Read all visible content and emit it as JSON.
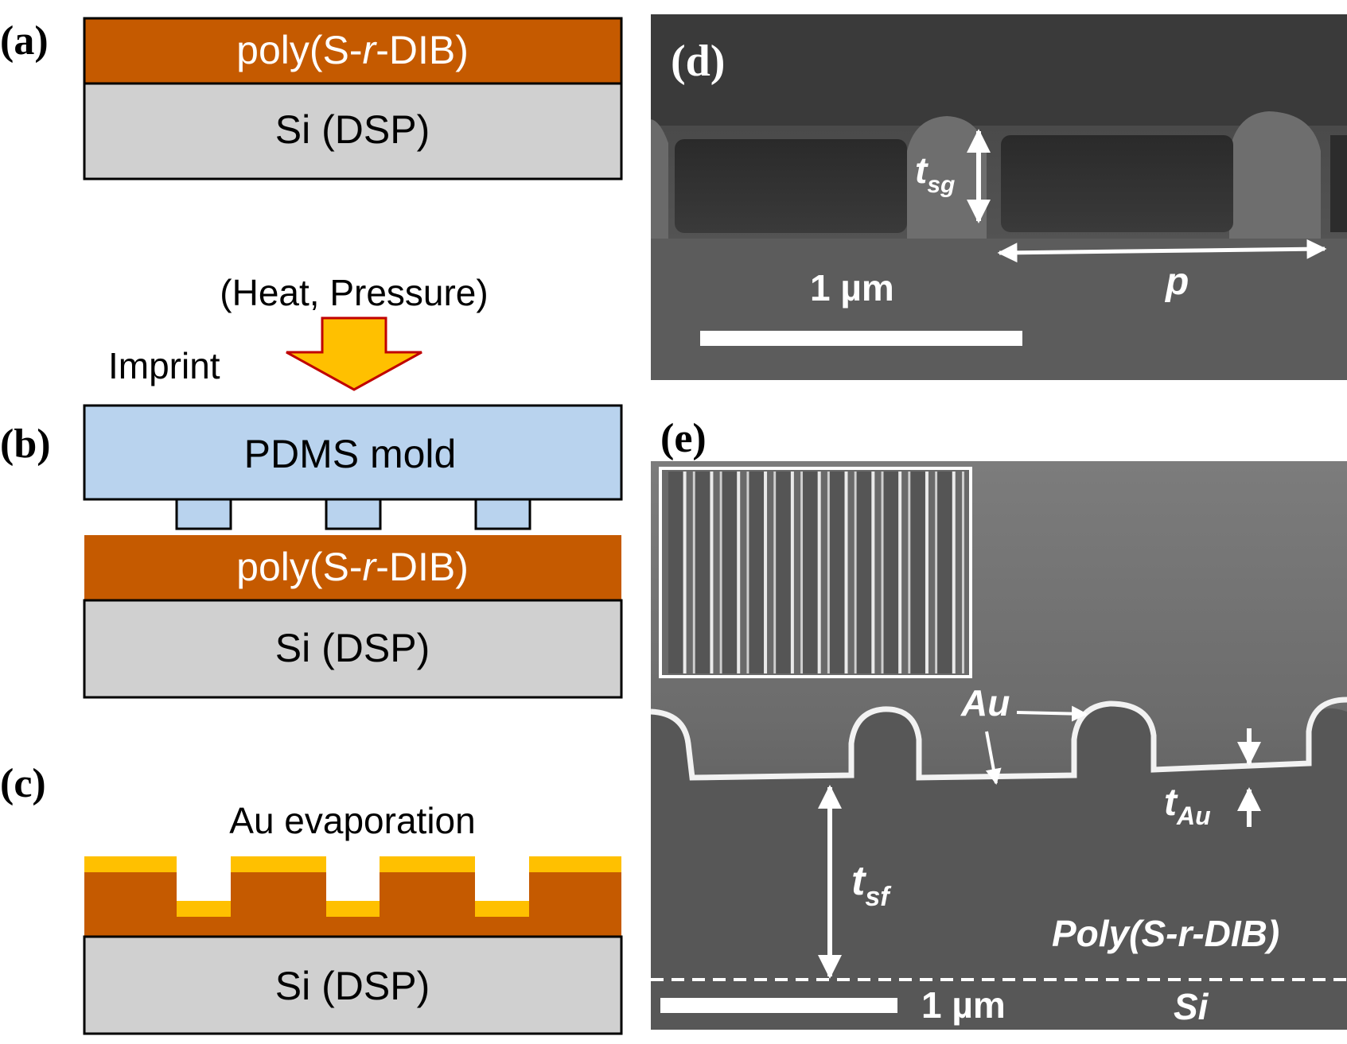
{
  "panels": {
    "a": {
      "label": "(a)",
      "top_layer": {
        "name": "poly(S-",
        "name_italic": "r",
        "name_end": "-DIB)",
        "color": "#c55a00"
      },
      "substrate": {
        "name": "Si (DSP)",
        "color": "#d0d0d0"
      }
    },
    "process": {
      "heat_pressure": "(Heat, Pressure)",
      "imprint": "Imprint",
      "arrow_fill": "#ffc000",
      "arrow_stroke": "#c00000"
    },
    "b": {
      "label": "(b)",
      "mold": {
        "name": "PDMS mold",
        "color": "#b9d3ee"
      },
      "top_layer": {
        "name": "poly(S-",
        "name_italic": "r",
        "name_end": "-DIB)"
      },
      "substrate": {
        "name": "Si (DSP)"
      }
    },
    "c": {
      "label": "(c)",
      "caption": "Au evaporation",
      "gold_color": "#ffc000",
      "substrate": {
        "name": "Si (DSP)"
      }
    },
    "d": {
      "label": "(d)",
      "t_symbol": "t",
      "t_sub": "sg",
      "p_label": "p",
      "scale_bar": "1 µm"
    },
    "e": {
      "label": "(e)",
      "au_label": "Au",
      "t_au_symbol": "t",
      "t_au_sub": "Au",
      "t_sf_symbol": "t",
      "t_sf_sub": "sf",
      "polymer_label": "Poly(S-r-DIB)",
      "si_label": "Si",
      "scale_bar": "1 µm"
    }
  }
}
